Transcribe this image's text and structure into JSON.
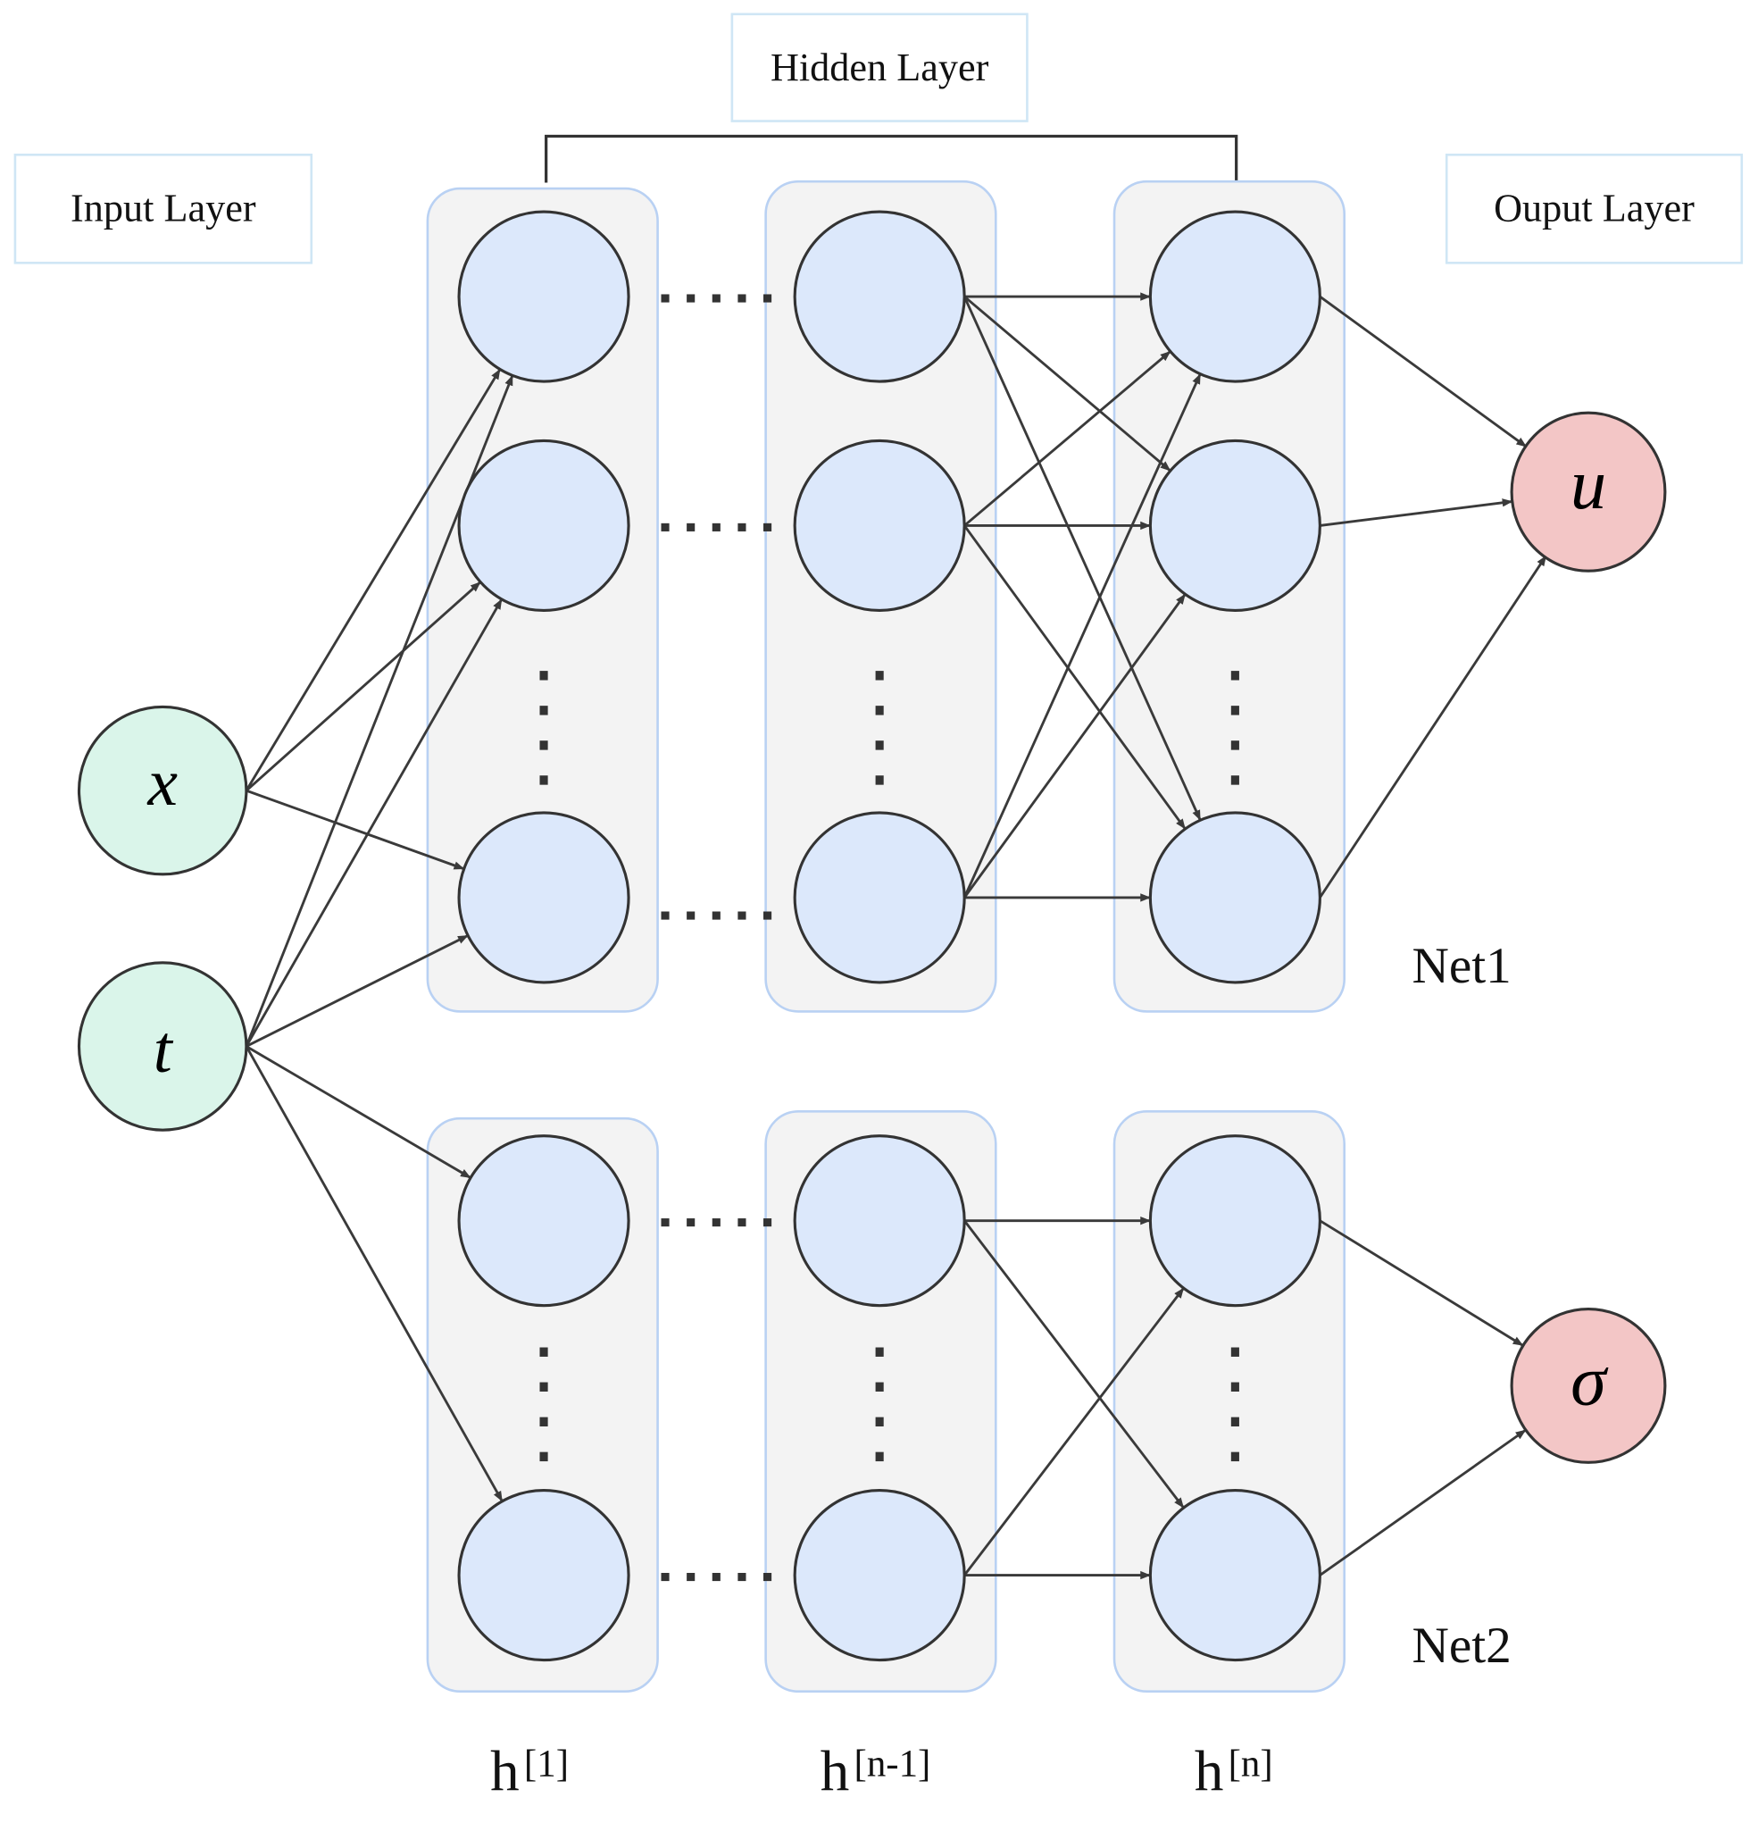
{
  "title_boxes": {
    "input_layer": "Input Layer",
    "hidden_layer": "Hidden Layer",
    "output_layer": "Ouput Layer"
  },
  "inputs": [
    {
      "id": "x",
      "label": "x"
    },
    {
      "id": "t",
      "label": "t"
    }
  ],
  "outputs": [
    {
      "id": "u",
      "label": "u",
      "net": "Net1"
    },
    {
      "id": "sigma",
      "label": "σ",
      "net": "Net2"
    }
  ],
  "layer_labels": [
    {
      "base": "h",
      "sup": "[1]"
    },
    {
      "base": "h",
      "sup": "[n-1]"
    },
    {
      "base": "h",
      "sup": "[n]"
    }
  ],
  "net_labels": {
    "net1": "Net1",
    "net2": "Net2"
  },
  "networks": [
    {
      "name": "Net1",
      "neurons_per_layer_shown": 3,
      "ellipsis_between_rows": true,
      "ellipsis_between_layers": true,
      "input_edges": [
        [
          "x",
          0
        ],
        [
          "x",
          1
        ],
        [
          "x",
          2
        ],
        [
          "t",
          0
        ],
        [
          "t",
          1
        ],
        [
          "t",
          2
        ]
      ],
      "hidden_edges": "fully-connected h[n-1] -> h[n]",
      "output": "u"
    },
    {
      "name": "Net2",
      "neurons_per_layer_shown": 2,
      "ellipsis_between_rows": true,
      "ellipsis_between_layers": true,
      "input_edges": [
        [
          "t",
          0
        ],
        [
          "t",
          1
        ]
      ],
      "hidden_edges": "fully-connected h[n-1] -> h[n]",
      "output": "σ"
    }
  ],
  "colors": {
    "input_node": "#daf5ea",
    "hidden_node": "#dce8fb",
    "output_node": "#f3c6c6",
    "panel_fill": "#f3f3f3",
    "panel_border": "#b9d1f3",
    "title_box_border": "#cfe6f5",
    "edge": "#3a3a3a"
  }
}
